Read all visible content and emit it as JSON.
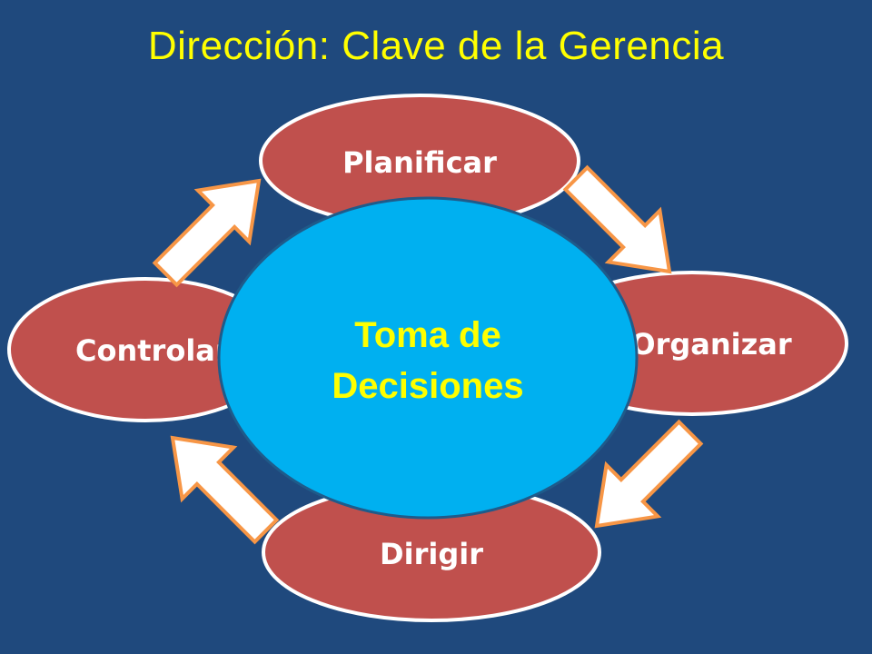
{
  "title": "Dirección: Clave de la Gerencia",
  "center": {
    "line1": "Toma de",
    "line2": "Decisiones"
  },
  "nodes": {
    "top": "Planificar",
    "right": "Organizar",
    "bottom": "Dirigir",
    "left": "Controlar"
  },
  "colors": {
    "background": "#1f497d",
    "title": "#ffff00",
    "node_fill": "#c0504d",
    "node_border": "#ffffff",
    "center_fill": "#00b0f0",
    "center_text": "#ffff00",
    "arrow_fill": "#ffffff",
    "arrow_border": "#f79646"
  }
}
